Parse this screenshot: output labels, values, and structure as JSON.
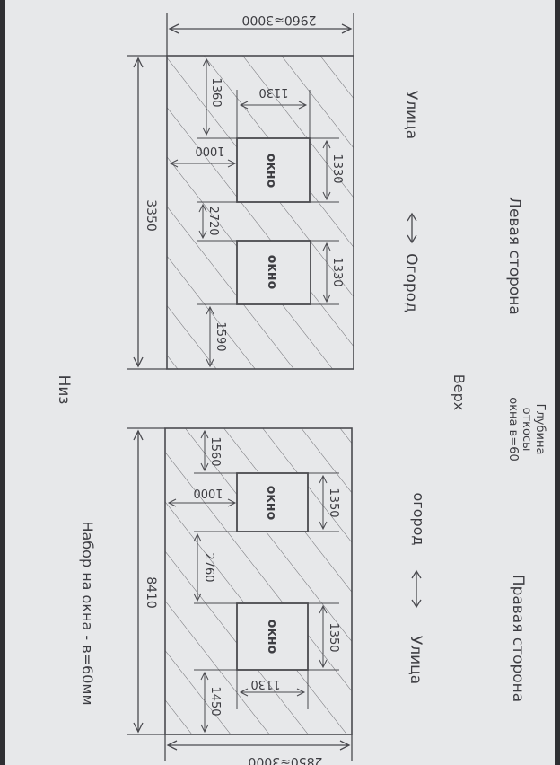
{
  "top_wall": {
    "width_label": "2960≈3000",
    "height_label": "3350",
    "dim_1360": "1360",
    "dim_1130": "1130",
    "dim_1000": "1000",
    "dim_1330_a": "1330",
    "dim_2720": "2720",
    "dim_1330_b": "1330",
    "dim_1590": "1590",
    "window_1": "окно",
    "window_2": "окно"
  },
  "bottom_wall": {
    "width_label": "2850≈3000",
    "height_label": "8410",
    "dim_1560": "1560",
    "dim_1000": "1000",
    "dim_1350": "1350",
    "dim_2760": "2760",
    "dim_1350_b": "1350",
    "dim_1130": "1130",
    "dim_1450": "1450",
    "window_1": "окно",
    "window_2": "окно"
  },
  "notes": {
    "left_side": "Левая сторона",
    "street_left": "Улица",
    "garden_left": "Огород",
    "top": "Верх",
    "bottom": "Низ",
    "depth": [
      "Глубина",
      "откосы",
      "окна в=60"
    ],
    "garden_right": "огород",
    "right_side": "Правая сторона",
    "street_right": "Улица",
    "window_depth": "Набор на окна - в=60мм"
  }
}
